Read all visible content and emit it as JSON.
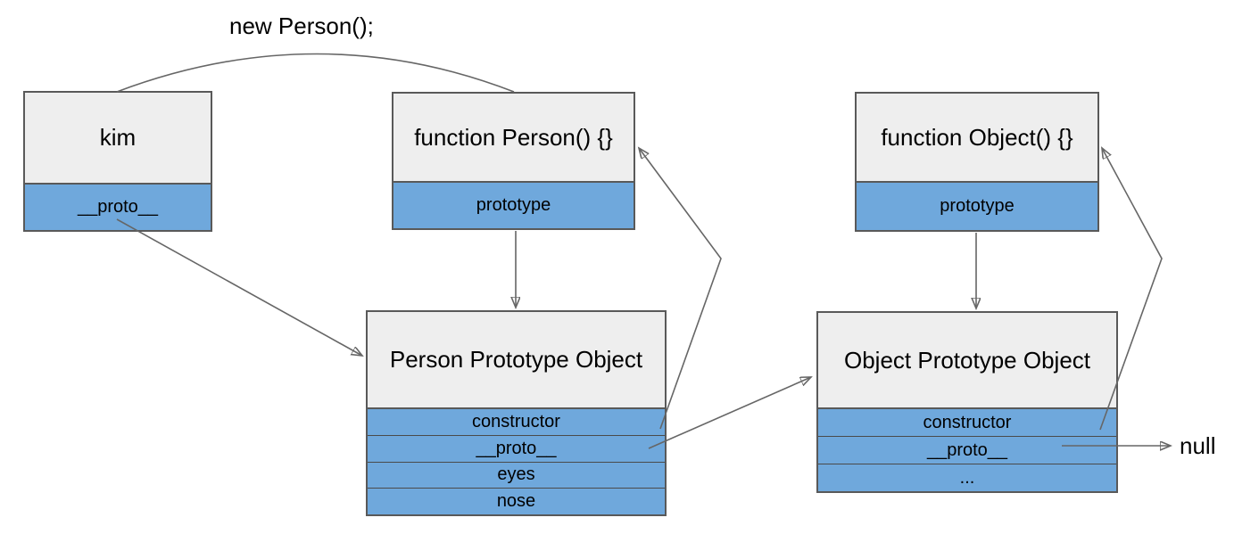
{
  "annotations": {
    "new_person": "new Person();",
    "null_label": "null"
  },
  "boxes": {
    "kim": {
      "title": "kim",
      "rows": [
        "__proto__"
      ]
    },
    "function_person": {
      "title": "function Person() {}",
      "rows": [
        "prototype"
      ]
    },
    "function_object": {
      "title": "function Object() {}",
      "rows": [
        "prototype"
      ]
    },
    "person_prototype": {
      "title": "Person Prototype Object",
      "rows": [
        "constructor",
        "__proto__",
        "eyes",
        "nose"
      ]
    },
    "object_prototype": {
      "title": "Object Prototype Object",
      "rows": [
        "constructor",
        "__proto__",
        "..."
      ]
    }
  },
  "connectors": [
    {
      "name": "arc-new-person",
      "from": "kim-top",
      "to": "function-person-top",
      "style": "arc",
      "arrow": false
    },
    {
      "name": "kim-proto-to-person-prototype",
      "from": "kim.__proto__",
      "to": "person-prototype-left",
      "arrow": true
    },
    {
      "name": "person-prototype-link",
      "from": "function_person.prototype",
      "to": "person-prototype-top",
      "arrow": true
    },
    {
      "name": "object-prototype-link",
      "from": "function_object.prototype",
      "to": "object-prototype-top",
      "arrow": true
    },
    {
      "name": "person-constructor-link",
      "from": "person_prototype.constructor",
      "to": "function-person-right",
      "arrow": true
    },
    {
      "name": "person-proto-to-object-prototype",
      "from": "person_prototype.__proto__",
      "to": "object-prototype-left",
      "arrow": true
    },
    {
      "name": "object-constructor-link",
      "from": "object_prototype.constructor",
      "to": "function-object-right",
      "arrow": true
    },
    {
      "name": "object-proto-to-null",
      "from": "object_prototype.__proto__",
      "to": "null-label",
      "arrow": true
    }
  ],
  "colors": {
    "header_fill": "#eeeeee",
    "row_fill": "#6fa8dc",
    "box_border": "#595959",
    "connector_line": "#666666",
    "text": "#000000",
    "background": "#ffffff"
  }
}
